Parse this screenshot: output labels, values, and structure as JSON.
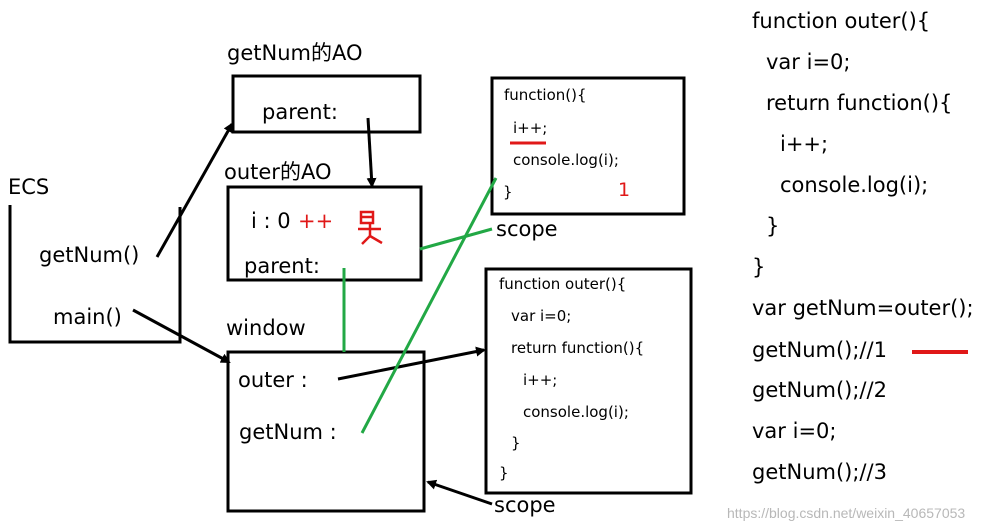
{
  "labels": {
    "ecs": "ECS",
    "getnum_frame": "getNum()",
    "main_frame": "main()",
    "getnum_ao_title": "getNum的AO",
    "getnum_parent": "parent:",
    "outer_ao_title": "outer的AO",
    "outer_i": "i : 0",
    "outer_plusplus": "++",
    "outer_parent": "parent:",
    "window_title": "window",
    "window_outer": "outer :",
    "window_getnum": "getNum :",
    "scope_top": "scope",
    "scope_bottom": "scope"
  },
  "inner_function_box": {
    "lines": [
      "function(){",
      "i++;",
      "console.log(i);",
      "}"
    ],
    "result": "1"
  },
  "outer_function_box": {
    "lines": [
      "function outer(){",
      "var i=0;",
      "return function(){",
      "i++;",
      "console.log(i);",
      "}",
      "}"
    ]
  },
  "code_listing": [
    "function outer(){",
    "var i=0;",
    "return function(){",
    "i++;",
    "console.log(i);",
    "}",
    "}",
    "var getNum=outer();",
    "getNum();//1",
    "getNum();//2",
    "var i=0;",
    "getNum();//3"
  ],
  "watermark": "https://blog.csdn.net/weixin_40657053",
  "colors": {
    "annotation_red": "#e01818",
    "scope_green": "#22a845",
    "ink": "#000000"
  }
}
